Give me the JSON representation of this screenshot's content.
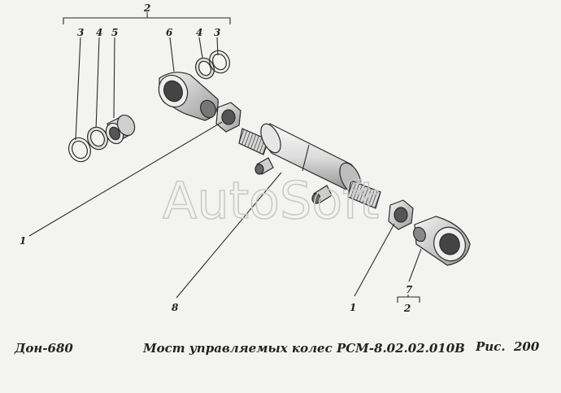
{
  "callouts": {
    "group_top": "2",
    "ring_a_left": "3",
    "ring_b_left": "4",
    "bushing_left": "5",
    "eye_left": "6",
    "ring_b_right": "4",
    "ring_a_right": "3",
    "nut_left": "1",
    "cylinder": "8",
    "nut_right": "1",
    "eye_right": "7",
    "group_bottom": "2"
  },
  "watermark": "AutoSoft",
  "footer": {
    "model": "Дон-680",
    "title": "Мост управляемых колес РСМ-8.02.02.010В",
    "figure_label": "Рис.",
    "figure_number": "200"
  },
  "colors": {
    "ink": "#2a2a2a",
    "paper": "#f3f3f1",
    "watermark": "#c9c9c9"
  }
}
